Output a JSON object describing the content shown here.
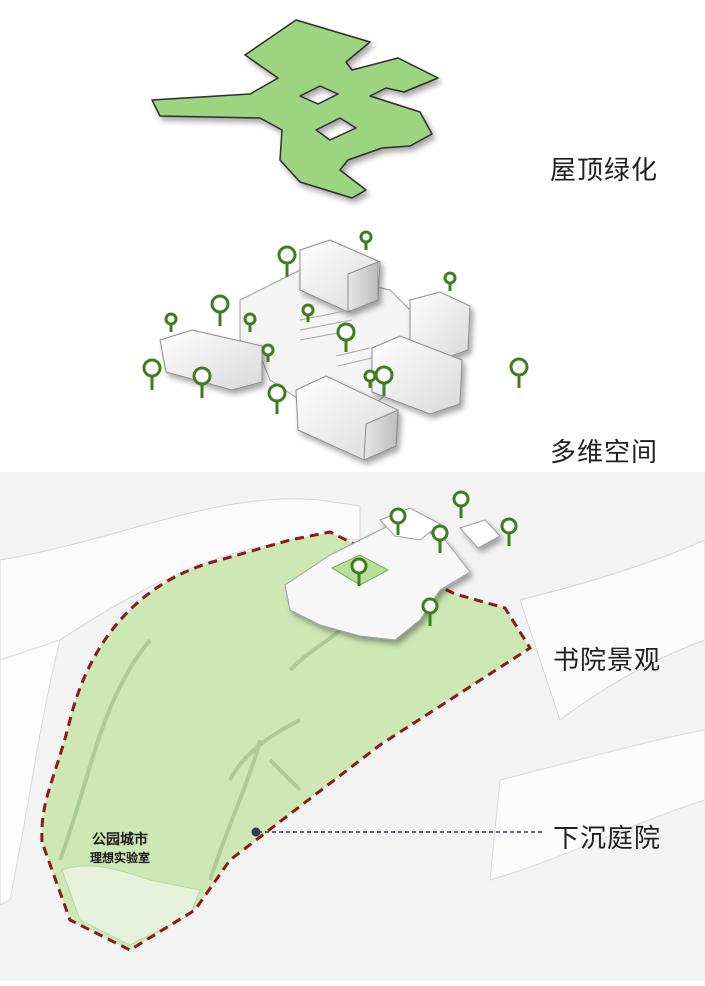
{
  "layers": [
    {
      "label": "屋顶绿化"
    },
    {
      "label": "多维空间"
    },
    {
      "label": "书院景观"
    },
    {
      "label": "下沉庭院"
    }
  ],
  "site_logo": {
    "line1": "公园城市",
    "line2": "理想实验室"
  },
  "colors": {
    "lawn": "#cde8b5",
    "roof_green": "#9dd47f",
    "tree_stroke": "#3f7d1e",
    "boundary": "#8b1a1a",
    "leader": "#2b3f52"
  }
}
